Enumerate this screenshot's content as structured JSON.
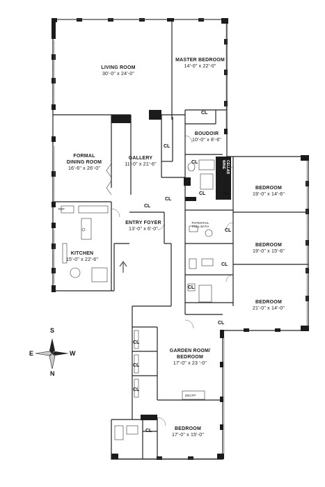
{
  "rooms": {
    "living": {
      "name": "LIVING ROOM",
      "dim": "30'-0\" x 24'-0\""
    },
    "master": {
      "name": "MASTER BEDROOM",
      "dim": "14'-0\" x 22'-0\""
    },
    "boudoir": {
      "name": "BOUDOIR",
      "dim": "10'-0\" x 8'-6\""
    },
    "dining": {
      "name": "FORMAL DINING ROOM",
      "name_line1": "FORMAL",
      "name_line2": "DINING ROOM",
      "dim": "16'-6\" x 26'-0\""
    },
    "gallery": {
      "name": "GALLERY",
      "dim": "11'-0\" x 21'-6\""
    },
    "bedroom1": {
      "name": "BEDROOM",
      "dim": "19'-0\" x 14'-6\""
    },
    "bedroom2": {
      "name": "BEDROOM",
      "dim": "19'-0\" x 15'-6\""
    },
    "bedroom3": {
      "name": "BEDROOM",
      "dim": "21'-0\" x 14'-0\""
    },
    "entry": {
      "name": "ENTRY FOYER",
      "dim": "13'-0\" x 6'-0\""
    },
    "kitchen": {
      "name": "KITCHEN",
      "dim": "15'-0\" x 22'-6\""
    },
    "garden": {
      "name": "GARDEN ROOM/ BEDROOM",
      "name_line1": "GARDEN ROOM/",
      "name_line2": "BEDROOM",
      "dim": "17'-0\" x 23 '-0\""
    },
    "bedroom4": {
      "name": "BEDROOM",
      "dim": "17'-0\" x 15'-0\""
    }
  },
  "closet_label": "CL",
  "potential_bath": {
    "line1": "POTENTIAL",
    "line2": "FULL BATH"
  },
  "refrigerator_label": "REF",
  "wine_cellar": {
    "line1": "WINE",
    "line2": "CELLAR"
  },
  "fireplace_label": "DECFP",
  "compass": {
    "north": "N",
    "south": "S",
    "east": "E",
    "west": "W"
  }
}
